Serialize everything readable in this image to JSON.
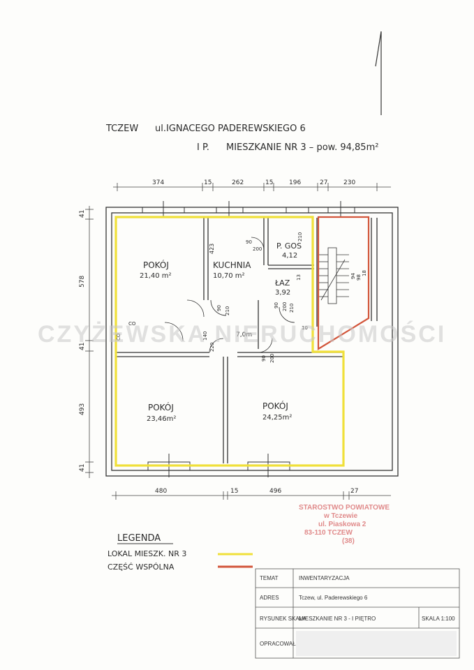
{
  "header": {
    "city": "TCZEW",
    "street": "ul.IGNACEGO PADEREWSKIEGO 6",
    "floor": "I P.",
    "unit": "MIESZKANIE NR 3 – pow. 94,85m²"
  },
  "dimensions": {
    "top": [
      "374",
      "15",
      "262",
      "15",
      "196",
      "27",
      "230"
    ],
    "bottom": [
      "480",
      "15",
      "496",
      "27"
    ],
    "left": [
      "41",
      "578",
      "41",
      "493",
      "41"
    ]
  },
  "rooms": [
    {
      "name": "POKÓJ",
      "area": "21,40 m²"
    },
    {
      "name": "KUCHNIA",
      "area": "10,70 m²"
    },
    {
      "name": "P. GOS",
      "area": "4,12"
    },
    {
      "name": "ŁAZ",
      "area": "3,92"
    },
    {
      "name": "POKÓJ",
      "area": "23,46m²"
    },
    {
      "name": "POKÓJ",
      "area": "24,25m²"
    }
  ],
  "door_marks": [
    "423",
    "90",
    "200",
    "210",
    "13",
    "90",
    "200",
    "210",
    "140",
    "220",
    "90",
    "210",
    "90",
    "200",
    "10",
    "CO",
    "CO",
    "7,0m",
    "94",
    "98",
    "18"
  ],
  "legend": {
    "title": "LEGENDA",
    "items": [
      {
        "label": "LOKAL MIESZK. NR 3",
        "color": "#f0e03a"
      },
      {
        "label": "CZĘŚĆ WSPÓLNA",
        "color": "#d2553a"
      }
    ]
  },
  "title_block": {
    "rows": [
      {
        "label": "TEMAT",
        "value": "INWENTARYZACJA"
      },
      {
        "label": "ADRES",
        "value": "Tczew, ul. Paderewskiego 6"
      },
      {
        "label": "RYSUNEK SKALA",
        "value": "MIESZKANIE NR 3 - I PIĘTRO",
        "extra": "SKALA 1:100"
      },
      {
        "label": "OPRACOWAŁ",
        "value": ""
      }
    ]
  },
  "stamp": [
    "STAROSTWO POWIATOWE",
    "w Tczewie",
    "ul. Piaskowa 2",
    "83-110 TCZEW",
    "(38)"
  ],
  "watermark": "CZYŻEWSKA NIERUCHOMOŚCI",
  "colors": {
    "apartment_outline": "#f0e03a",
    "common_outline": "#d2553a",
    "stamp": "#e08a8a"
  }
}
